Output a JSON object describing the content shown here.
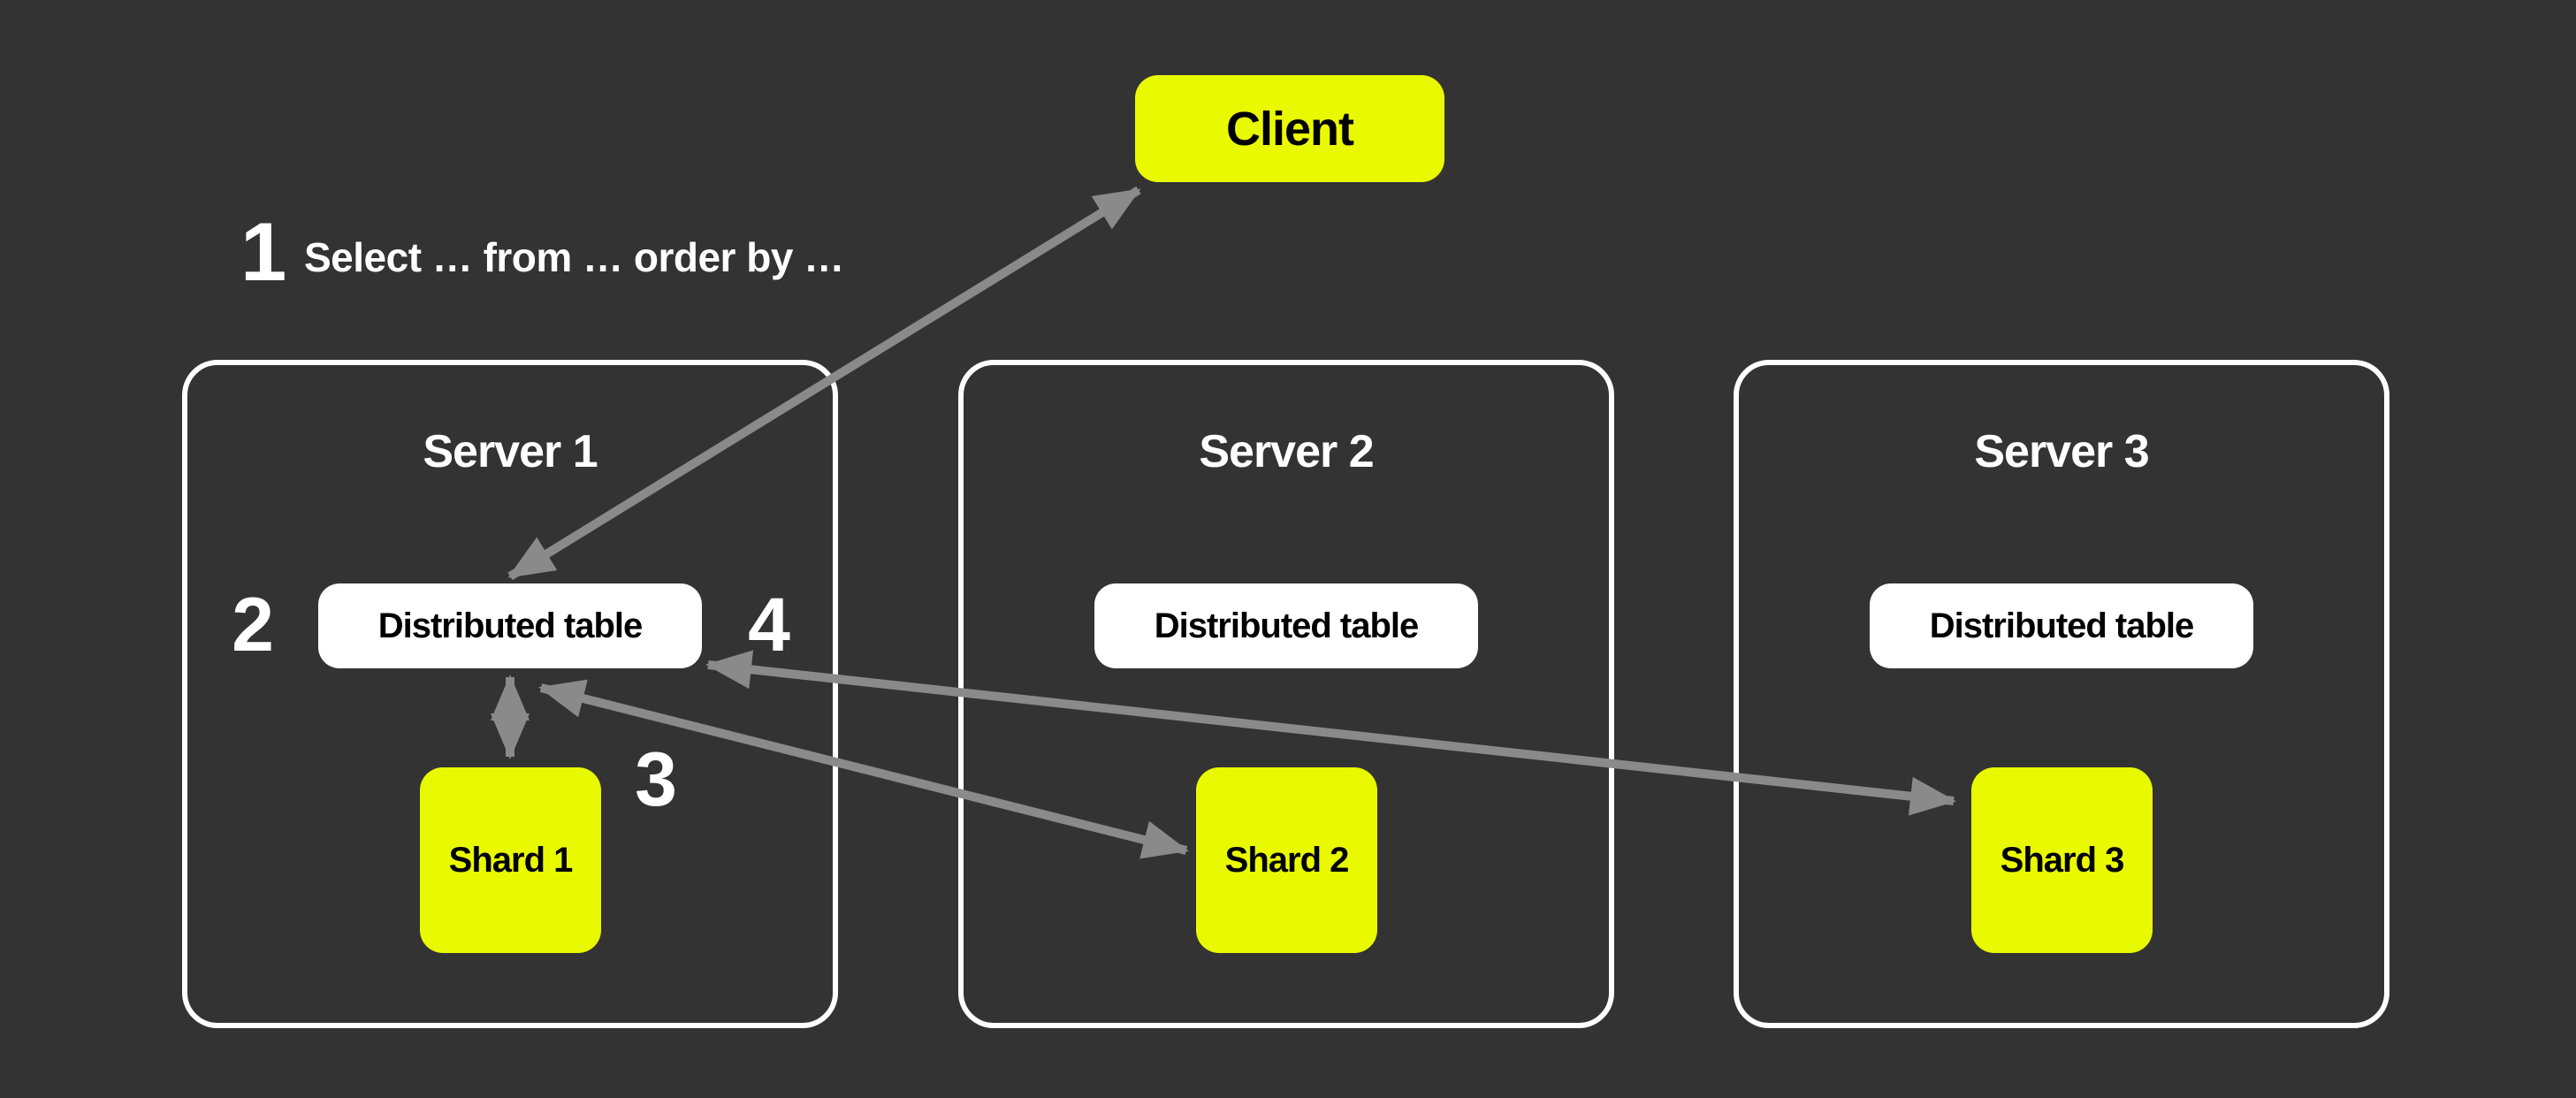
{
  "colors": {
    "background": "#333333",
    "accent_yellow": "#E9FA00",
    "arrow_gray": "#8A8A8A",
    "panel_border_white": "#FFFFFF",
    "box_white": "#FFFFFF",
    "text_dark": "#000000",
    "text_light": "#FFFFFF"
  },
  "client": {
    "label": "Client"
  },
  "query_annotation": {
    "step_number": "1",
    "text": "Select … from … order by …"
  },
  "servers": [
    {
      "title": "Server 1",
      "distributed_table_label": "Distributed table",
      "shard_label": "Shard 1"
    },
    {
      "title": "Server 2",
      "distributed_table_label": "Distributed table",
      "shard_label": "Shard 2"
    },
    {
      "title": "Server 3",
      "distributed_table_label": "Distributed table",
      "shard_label": "Shard 3"
    }
  ],
  "step_markers": [
    {
      "number": "2"
    },
    {
      "number": "3"
    },
    {
      "number": "4"
    }
  ],
  "edges": [
    {
      "from": "server-1-distributed-table",
      "to": "client",
      "bidirectional": true
    },
    {
      "from": "server-1-distributed-table",
      "to": "shard-1",
      "bidirectional": true
    },
    {
      "from": "server-1-distributed-table",
      "to": "shard-2",
      "bidirectional": true
    },
    {
      "from": "server-1-distributed-table",
      "to": "shard-3",
      "bidirectional": true
    }
  ]
}
